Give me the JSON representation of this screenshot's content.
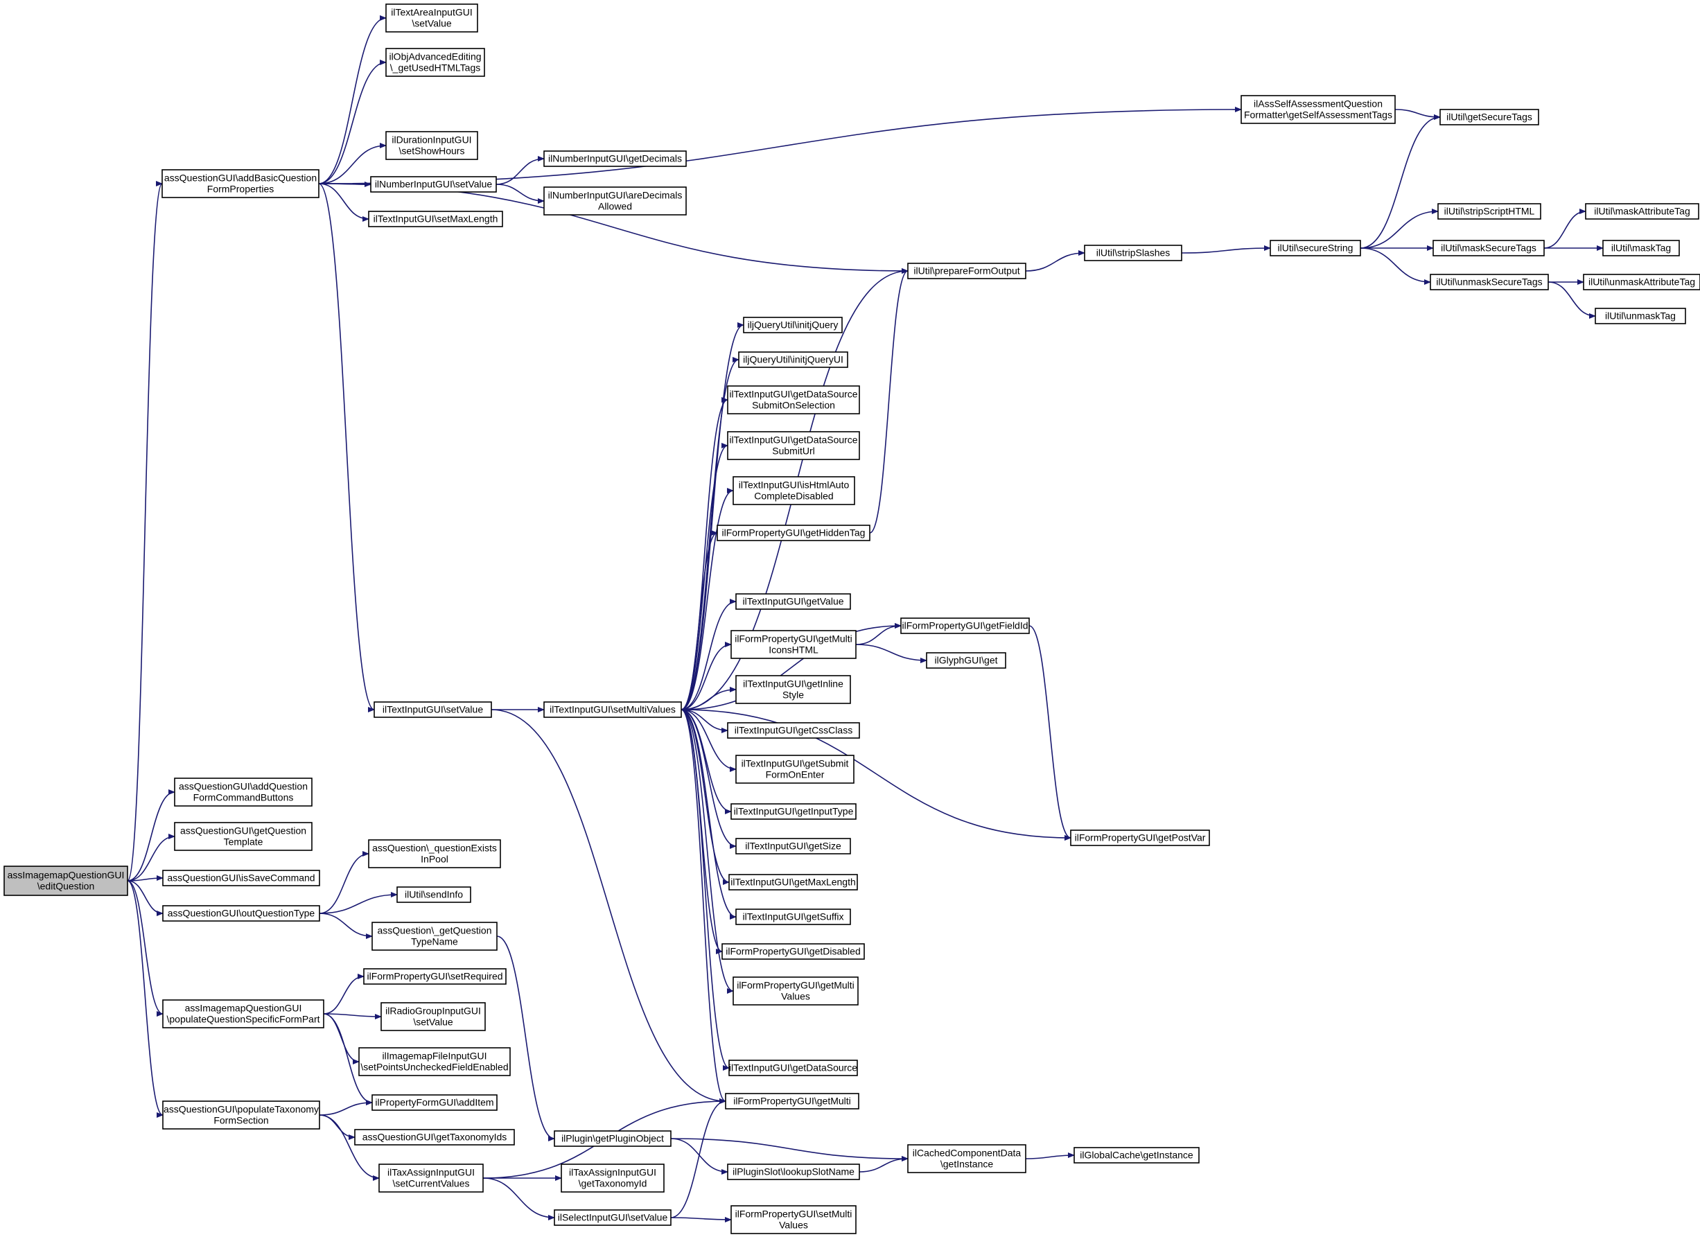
{
  "colors": {
    "edge": "#191970",
    "root_fill": "#bfbfbf",
    "node_fill": "#ffffff",
    "node_border": "#000000"
  },
  "nodes": [
    {
      "id": "root",
      "lines": [
        "assImagemapQuestionGUI",
        "\\editQuestion"
      ],
      "root": true
    },
    {
      "id": "addBasic",
      "lines": [
        "assQuestionGUI\\addBasicQuestion",
        "FormProperties"
      ]
    },
    {
      "id": "addCmd",
      "lines": [
        "assQuestionGUI\\addQuestion",
        "FormCommandButtons"
      ]
    },
    {
      "id": "getTpl",
      "lines": [
        "assQuestionGUI\\getQuestion",
        "Template"
      ]
    },
    {
      "id": "isSave",
      "lines": [
        "assQuestionGUI\\isSaveCommand"
      ]
    },
    {
      "id": "outQT",
      "lines": [
        "assQuestionGUI\\outQuestionType"
      ]
    },
    {
      "id": "popQS",
      "lines": [
        "assImagemapQuestionGUI",
        "\\populateQuestionSpecificFormPart"
      ]
    },
    {
      "id": "popTax",
      "lines": [
        "assQuestionGUI\\populateTaxonomy",
        "FormSection"
      ]
    },
    {
      "id": "taSet",
      "lines": [
        "ilTextAreaInputGUI",
        "\\setValue"
      ]
    },
    {
      "id": "advTags",
      "lines": [
        "ilObjAdvancedEditing",
        "\\_getUsedHTMLTags"
      ]
    },
    {
      "id": "durShow",
      "lines": [
        "ilDurationInputGUI",
        "\\setShowHours"
      ]
    },
    {
      "id": "numSet",
      "lines": [
        "ilNumberInputGUI\\setValue"
      ]
    },
    {
      "id": "tiMaxLen",
      "lines": [
        "ilTextInputGUI\\setMaxLength"
      ]
    },
    {
      "id": "numDec",
      "lines": [
        "ilNumberInputGUI\\getDecimals"
      ]
    },
    {
      "id": "numDecAllowed",
      "lines": [
        "ilNumberInputGUI\\areDecimals",
        "Allowed"
      ]
    },
    {
      "id": "selfAssess",
      "lines": [
        "ilAssSelfAssessmentQuestion",
        "Formatter\\getSelfAssessmentTags"
      ]
    },
    {
      "id": "secTags",
      "lines": [
        "ilUtil\\getSecureTags"
      ]
    },
    {
      "id": "prepForm",
      "lines": [
        "ilUtil\\prepareFormOutput"
      ]
    },
    {
      "id": "stripSl",
      "lines": [
        "ilUtil\\stripSlashes"
      ]
    },
    {
      "id": "secStr",
      "lines": [
        "ilUtil\\secureString"
      ]
    },
    {
      "id": "stripScript",
      "lines": [
        "ilUtil\\stripScriptHTML"
      ]
    },
    {
      "id": "maskSec",
      "lines": [
        "ilUtil\\maskSecureTags"
      ]
    },
    {
      "id": "unmaskSec",
      "lines": [
        "ilUtil\\unmaskSecureTags"
      ]
    },
    {
      "id": "maskAttr",
      "lines": [
        "ilUtil\\maskAttributeTag"
      ]
    },
    {
      "id": "maskTag",
      "lines": [
        "ilUtil\\maskTag"
      ]
    },
    {
      "id": "unmaskAttr",
      "lines": [
        "ilUtil\\unmaskAttributeTag"
      ]
    },
    {
      "id": "unmaskTag",
      "lines": [
        "ilUtil\\unmaskTag"
      ]
    },
    {
      "id": "jq",
      "lines": [
        "iljQueryUtil\\initjQuery"
      ]
    },
    {
      "id": "jqui",
      "lines": [
        "iljQueryUtil\\initjQueryUI"
      ]
    },
    {
      "id": "dsSubSel",
      "lines": [
        "ilTextInputGUI\\getDataSource",
        "SubmitOnSelection"
      ]
    },
    {
      "id": "dsSubUrl",
      "lines": [
        "ilTextInputGUI\\getDataSource",
        "SubmitUrl"
      ]
    },
    {
      "id": "htmlAuto",
      "lines": [
        "ilTextInputGUI\\isHtmlAuto",
        "CompleteDisabled"
      ]
    },
    {
      "id": "hiddenTag",
      "lines": [
        "ilFormPropertyGUI\\getHiddenTag"
      ]
    },
    {
      "id": "tiGetVal",
      "lines": [
        "ilTextInputGUI\\getValue"
      ]
    },
    {
      "id": "fieldId",
      "lines": [
        "ilFormPropertyGUI\\getFieldId"
      ]
    },
    {
      "id": "multiIcons",
      "lines": [
        "ilFormPropertyGUI\\getMulti",
        "IconsHTML"
      ]
    },
    {
      "id": "glyph",
      "lines": [
        "ilGlyphGUI\\get"
      ]
    },
    {
      "id": "inlineStyle",
      "lines": [
        "ilTextInputGUI\\getInline",
        "Style"
      ]
    },
    {
      "id": "tiSetVal",
      "lines": [
        "ilTextInputGUI\\setValue"
      ]
    },
    {
      "id": "setMulti",
      "lines": [
        "ilTextInputGUI\\setMultiValues"
      ]
    },
    {
      "id": "cssClass",
      "lines": [
        "ilTextInputGUI\\getCssClass"
      ]
    },
    {
      "id": "submitEnter",
      "lines": [
        "ilTextInputGUI\\getSubmit",
        "FormOnEnter"
      ]
    },
    {
      "id": "inputType",
      "lines": [
        "ilTextInputGUI\\getInputType"
      ]
    },
    {
      "id": "getSize",
      "lines": [
        "ilTextInputGUI\\getSize"
      ]
    },
    {
      "id": "getMaxLen",
      "lines": [
        "ilTextInputGUI\\getMaxLength"
      ]
    },
    {
      "id": "getSuffix",
      "lines": [
        "ilTextInputGUI\\getSuffix"
      ]
    },
    {
      "id": "getDisabled",
      "lines": [
        "ilFormPropertyGUI\\getDisabled"
      ]
    },
    {
      "id": "getMultiVals",
      "lines": [
        "ilFormPropertyGUI\\getMulti",
        "Values"
      ]
    },
    {
      "id": "getDS",
      "lines": [
        "ilTextInputGUI\\getDataSource"
      ]
    },
    {
      "id": "getMulti",
      "lines": [
        "ilFormPropertyGUI\\getMulti"
      ]
    },
    {
      "id": "postVar",
      "lines": [
        "ilFormPropertyGUI\\getPostVar"
      ]
    },
    {
      "id": "qExists",
      "lines": [
        "assQuestion\\_questionExists",
        "InPool"
      ]
    },
    {
      "id": "sendInfo",
      "lines": [
        "ilUtil\\sendInfo"
      ]
    },
    {
      "id": "qTypeName",
      "lines": [
        "assQuestion\\_getQuestion",
        "TypeName"
      ]
    },
    {
      "id": "setRequired",
      "lines": [
        "ilFormPropertyGUI\\setRequired"
      ]
    },
    {
      "id": "radioSet",
      "lines": [
        "ilRadioGroupInputGUI",
        "\\setValue"
      ]
    },
    {
      "id": "imgFile",
      "lines": [
        "ilImagemapFileInputGUI",
        "\\setPointsUncheckedFieldEnabled"
      ]
    },
    {
      "id": "addItem",
      "lines": [
        "ilPropertyFormGUI\\addItem"
      ]
    },
    {
      "id": "taxIds",
      "lines": [
        "assQuestionGUI\\getTaxonomyIds"
      ]
    },
    {
      "id": "pluginObj",
      "lines": [
        "ilPlugin\\getPluginObject"
      ]
    },
    {
      "id": "slotName",
      "lines": [
        "ilPluginSlot\\lookupSlotName"
      ]
    },
    {
      "id": "cached",
      "lines": [
        "ilCachedComponentData",
        "\\getInstance"
      ]
    },
    {
      "id": "globalCache",
      "lines": [
        "ilGlobalCache\\getInstance"
      ]
    },
    {
      "id": "taxSetCur",
      "lines": [
        "ilTaxAssignInputGUI",
        "\\setCurrentValues"
      ]
    },
    {
      "id": "taxGetId",
      "lines": [
        "ilTaxAssignInputGUI",
        "\\getTaxonomyId"
      ]
    },
    {
      "id": "selSet",
      "lines": [
        "ilSelectInputGUI\\setValue"
      ]
    },
    {
      "id": "setMultiVals",
      "lines": [
        "ilFormPropertyGUI\\setMulti",
        "Values"
      ]
    }
  ],
  "edges": [
    [
      "root",
      "addBasic"
    ],
    [
      "root",
      "addCmd"
    ],
    [
      "root",
      "getTpl"
    ],
    [
      "root",
      "isSave"
    ],
    [
      "root",
      "outQT"
    ],
    [
      "root",
      "popQS"
    ],
    [
      "root",
      "popTax"
    ],
    [
      "addBasic",
      "taSet"
    ],
    [
      "addBasic",
      "advTags"
    ],
    [
      "addBasic",
      "durShow"
    ],
    [
      "addBasic",
      "numSet"
    ],
    [
      "addBasic",
      "tiMaxLen"
    ],
    [
      "addBasic",
      "selfAssess"
    ],
    [
      "addBasic",
      "prepForm"
    ],
    [
      "addBasic",
      "tiSetVal"
    ],
    [
      "numSet",
      "numDec"
    ],
    [
      "numSet",
      "numDecAllowed"
    ],
    [
      "selfAssess",
      "secTags"
    ],
    [
      "prepForm",
      "stripSl"
    ],
    [
      "stripSl",
      "secStr"
    ],
    [
      "secStr",
      "secTags"
    ],
    [
      "secStr",
      "stripScript"
    ],
    [
      "secStr",
      "maskSec"
    ],
    [
      "secStr",
      "unmaskSec"
    ],
    [
      "maskSec",
      "maskAttr"
    ],
    [
      "maskSec",
      "maskTag"
    ],
    [
      "unmaskSec",
      "unmaskAttr"
    ],
    [
      "unmaskSec",
      "unmaskTag"
    ],
    [
      "tiSetVal",
      "setMulti"
    ],
    [
      "tiSetVal",
      "getMulti"
    ],
    [
      "setMulti",
      "prepForm"
    ],
    [
      "setMulti",
      "jq"
    ],
    [
      "setMulti",
      "jqui"
    ],
    [
      "setMulti",
      "dsSubSel"
    ],
    [
      "setMulti",
      "dsSubUrl"
    ],
    [
      "setMulti",
      "htmlAuto"
    ],
    [
      "setMulti",
      "hiddenTag"
    ],
    [
      "setMulti",
      "fieldId"
    ],
    [
      "setMulti",
      "tiGetVal"
    ],
    [
      "setMulti",
      "multiIcons"
    ],
    [
      "setMulti",
      "inlineStyle"
    ],
    [
      "setMulti",
      "cssClass"
    ],
    [
      "setMulti",
      "submitEnter"
    ],
    [
      "setMulti",
      "inputType"
    ],
    [
      "setMulti",
      "getSize"
    ],
    [
      "setMulti",
      "getMaxLen"
    ],
    [
      "setMulti",
      "getSuffix"
    ],
    [
      "setMulti",
      "getDisabled"
    ],
    [
      "setMulti",
      "getMultiVals"
    ],
    [
      "setMulti",
      "postVar"
    ],
    [
      "setMulti",
      "getDS"
    ],
    [
      "setMulti",
      "getMulti"
    ],
    [
      "hiddenTag",
      "prepForm"
    ],
    [
      "multiIcons",
      "fieldId"
    ],
    [
      "multiIcons",
      "glyph"
    ],
    [
      "fieldId",
      "postVar"
    ],
    [
      "outQT",
      "qExists"
    ],
    [
      "outQT",
      "sendInfo"
    ],
    [
      "outQT",
      "qTypeName"
    ],
    [
      "qTypeName",
      "pluginObj"
    ],
    [
      "popQS",
      "setRequired"
    ],
    [
      "popQS",
      "radioSet"
    ],
    [
      "popQS",
      "imgFile"
    ],
    [
      "popQS",
      "addItem"
    ],
    [
      "popTax",
      "addItem"
    ],
    [
      "popTax",
      "taxIds"
    ],
    [
      "popTax",
      "taxSetCur"
    ],
    [
      "pluginObj",
      "cached"
    ],
    [
      "pluginObj",
      "slotName"
    ],
    [
      "slotName",
      "cached"
    ],
    [
      "cached",
      "globalCache"
    ],
    [
      "taxSetCur",
      "getMulti"
    ],
    [
      "taxSetCur",
      "taxGetId"
    ],
    [
      "taxSetCur",
      "selSet"
    ],
    [
      "selSet",
      "getMulti"
    ],
    [
      "selSet",
      "setMultiVals"
    ]
  ]
}
